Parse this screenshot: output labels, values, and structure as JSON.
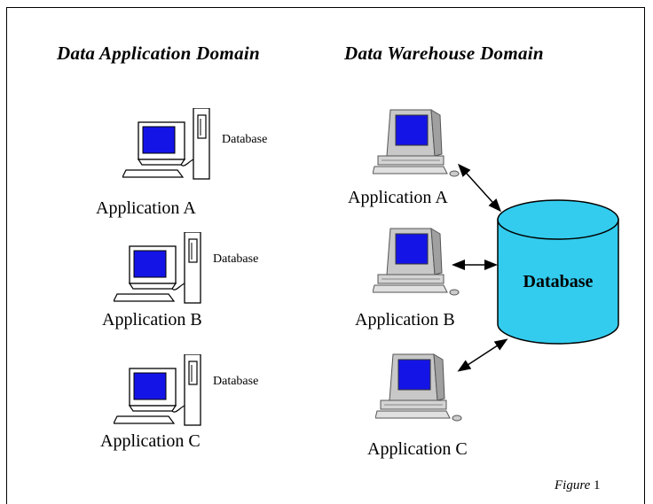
{
  "headings": {
    "left": "Data Application Domain",
    "right": "Data Warehouse Domain"
  },
  "left_domain": {
    "apps": [
      {
        "label": "Application A",
        "database_label": "Database"
      },
      {
        "label": "Application B",
        "database_label": "Database"
      },
      {
        "label": "Application C",
        "database_label": "Database"
      }
    ]
  },
  "right_domain": {
    "apps": [
      {
        "label": "Application A"
      },
      {
        "label": "Application B"
      },
      {
        "label": "Application C"
      }
    ],
    "central_database_label": "Database"
  },
  "caption": {
    "word": "Figure",
    "number": "1"
  },
  "colors": {
    "screen_blue": "#1414e6",
    "cylinder_cyan": "#33ccee",
    "computer_gray": "#c8c8c8"
  }
}
